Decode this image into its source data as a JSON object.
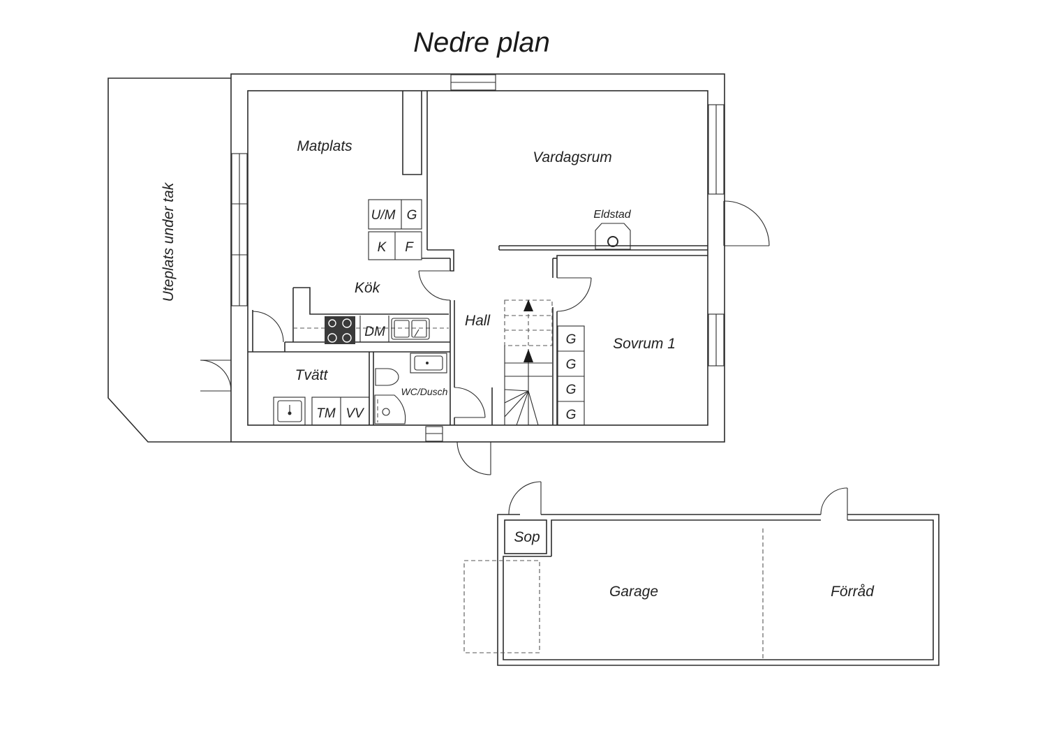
{
  "title": "Nedre plan",
  "rooms": {
    "matplats": "Matplats",
    "vardagsrum": "Vardagsrum",
    "kok": "Kök",
    "hall": "Hall",
    "sovrum": "Sovrum 1",
    "tvatt": "Tvätt",
    "wc": "WC/Dusch",
    "uteplats": "Uteplats under tak",
    "eldstad": "Eldstad",
    "sop": "Sop",
    "garage": "Garage",
    "forrad": "Förråd"
  },
  "fixtures": {
    "um": "U/M",
    "g": "G",
    "k": "K",
    "f": "F",
    "dm": "DM",
    "tm": "TM",
    "vv": "VV",
    "wardrobe": [
      "G",
      "G",
      "G",
      "G"
    ]
  },
  "colors": {
    "line": "#2b2b2b",
    "stove": "#3a3a3a"
  }
}
